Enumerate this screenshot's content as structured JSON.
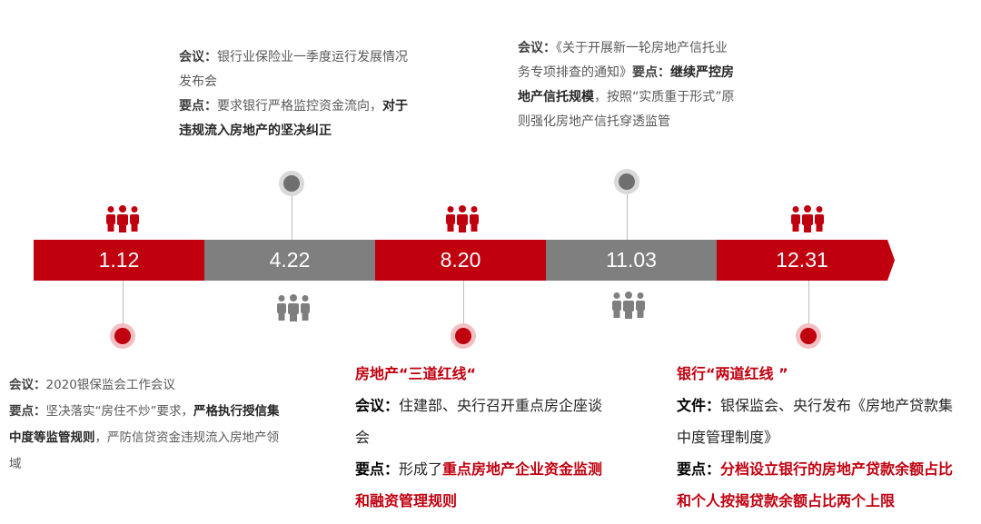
{
  "timeline": [
    {
      "date": "1.12",
      "color": "red"
    },
    {
      "date": "4.22",
      "color": "gray"
    },
    {
      "date": "8.20",
      "color": "red"
    },
    {
      "date": "11.03",
      "color": "gray"
    },
    {
      "date": "12.31",
      "color": "red"
    }
  ],
  "colors": {
    "red": "#c0000f",
    "gray": "#7f7f7f",
    "red_light": "#f2c0c3",
    "gray_light": "#d9d9d9"
  },
  "icons": {
    "people": "people-group-icon"
  },
  "events": {
    "e1": {
      "meeting_label": "会议：",
      "meeting": "2020银保监会工作会议",
      "point_label": "要点：",
      "point_a": "坚决落实“房住不炒”要求，",
      "point_b": "严格执行授信集中度等监管规则",
      "point_c": "，严防信贷资金违规流入房地产领域"
    },
    "e2": {
      "meeting_label": "会议：",
      "meeting": "银行业保险业一季度运行发展情况发布会",
      "point_label": "要点：",
      "point_a": "要求银行严格监控资金流向，",
      "point_b": "对于违规流入房地产的坚决纠正"
    },
    "e3": {
      "title": "房地产“三道红线“",
      "meeting_label": "会议：",
      "meeting": "住建部、央行召开重点房企座谈会",
      "point_label": "要点：",
      "point_a": "形成了",
      "point_b": "重点房地产企业资金监测和融资管理规则"
    },
    "e4": {
      "meeting_label": "会议：",
      "meeting": "《关于开展新一轮房地产信托业务专项排查的通知》",
      "point_label": "要点：",
      "point_b": "继续严控房地产信托规模",
      "point_a": "，按照“实质重于形式”原则强化房地产信托穿透监管"
    },
    "e5": {
      "title": "银行“两道红线 ”",
      "file_label": "文件：",
      "file": "银保监会、央行发布《房地产贷款集中度管理制度》",
      "point_label": "要点：",
      "point_b": "分档设立银行的房地产贷款余额占比和个人按揭贷款余额占比两个上限"
    }
  }
}
